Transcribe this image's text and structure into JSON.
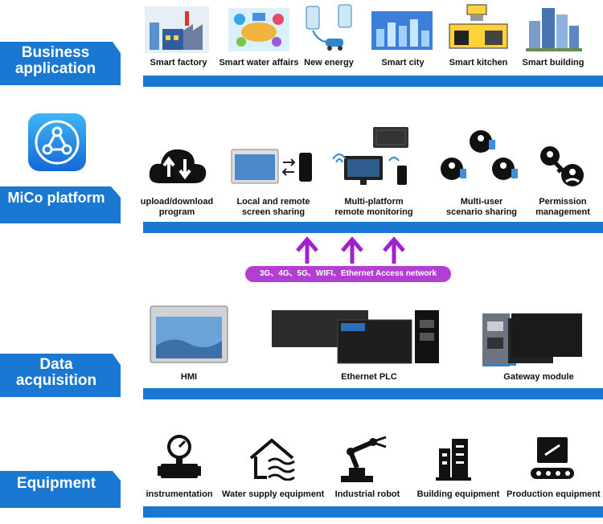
{
  "layers": {
    "business": {
      "label": "Business application",
      "items": [
        "Smart factory",
        "Smart water affairs",
        "New energy",
        "Smart city",
        "Smart kitchen",
        "Smart building"
      ]
    },
    "platform": {
      "label": "MiCo platform",
      "items": [
        "upload/download program",
        "Local and remote screen sharing",
        "Multi-platform remote monitoring",
        "Multi-user scenario sharing",
        "Permission management"
      ]
    },
    "network": {
      "label": "3G、4G、5G、WIFI、Ethernet Access network"
    },
    "acquisition": {
      "label": "Data acquisition",
      "items": [
        "HMI",
        "Ethernet PLC",
        "Gateway module"
      ]
    },
    "equipment": {
      "label": "Equipment",
      "items": [
        "instrumentation",
        "Water supply equipment",
        "Industrial robot",
        "Building equipment",
        "Production equipment"
      ]
    }
  },
  "colors": {
    "band": "#1a78d2",
    "arrow": "#a020d0",
    "pill": "#b23fd1"
  },
  "icons": [
    "factory-icon",
    "water-icon",
    "energy-icon",
    "city-icon",
    "kitchen-icon",
    "building-icon",
    "cloud-transfer-icon",
    "screen-share-icon",
    "remote-monitor-icon",
    "multi-user-icon",
    "key-user-icon",
    "gauge-icon",
    "water-house-icon",
    "robot-arm-icon",
    "skyscraper-icon",
    "conveyor-icon",
    "mico-logo-icon"
  ]
}
